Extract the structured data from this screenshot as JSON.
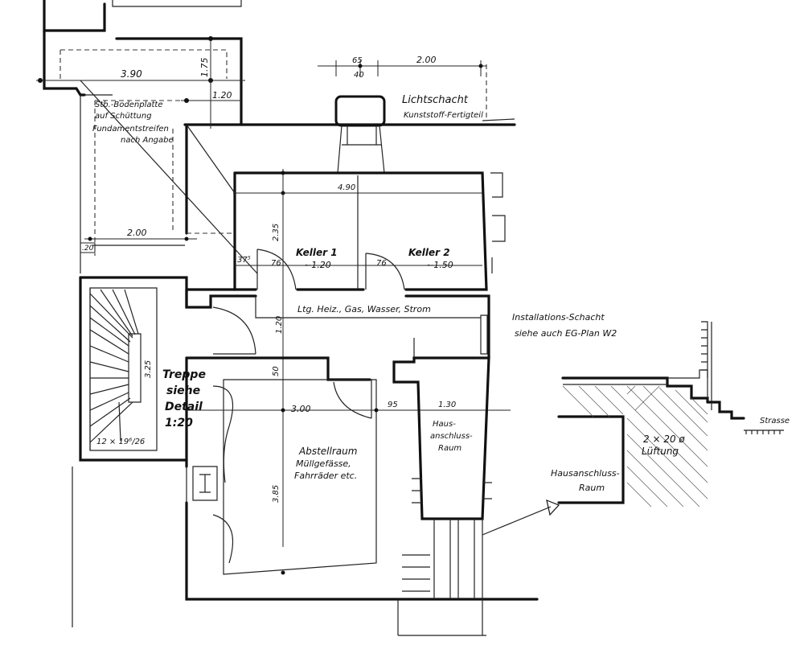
{
  "drawing": {
    "dims": {
      "d390": "3.90",
      "d175": "1.75",
      "d120_top": "1.20",
      "d65": "65",
      "d40": "40",
      "d200_top": "2.00",
      "d490": "4.90",
      "d235": "2.35",
      "d200_left": "2.00",
      "d20": ".20",
      "d375": "37⁵",
      "d76a": "76",
      "d76b": "76",
      "d120_mid": "1.20",
      "d50": "50",
      "d325": "3.25",
      "d300": "3.00",
      "d95": "95",
      "d130": "1.30",
      "d385": "3.85"
    },
    "labels": {
      "lichtschacht": "Lichtschacht",
      "kunststoff": "Kunststoff-Fertigteil",
      "bodenplatte_1": "Stb.-Bodenplatte",
      "bodenplatte_2": "auf Schüttung",
      "bodenplatte_3": "Fundamentstreifen",
      "bodenplatte_4": "nach Angabe",
      "keller1": "Keller 1",
      "keller1_area": "~1.20",
      "keller2": "Keller 2",
      "keller2_area": "~1.50",
      "leitungen": "Ltg. Heiz., Gas, Wasser, Strom",
      "installation_1": "Installations-Schacht",
      "installation_2": "siehe auch EG-Plan W2",
      "treppe_1": "Treppe",
      "treppe_2": "siehe",
      "treppe_3": "Detail",
      "treppe_4": "1:20",
      "steps": "12 × 19⁶/26",
      "abstell_1": "Abstellraum",
      "abstell_2": "Müllgefässe,",
      "abstell_3": "Fahrräder etc.",
      "hausanschluss_1": "Haus-",
      "hausanschluss_2": "anschluss-",
      "hausanschluss_3": "Raum",
      "luftung_1": "2 × 20 ø",
      "luftung_2": "Lüftung",
      "detail_room_1": "Hausanschluss-",
      "detail_room_2": "Raum",
      "strasse": "Strasse"
    }
  }
}
